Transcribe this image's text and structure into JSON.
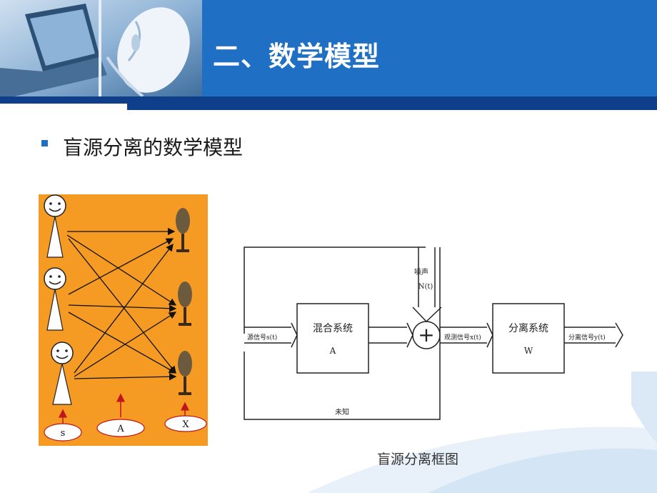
{
  "header": {
    "title": "二、数学模型"
  },
  "bullet": {
    "text": "盲源分离的数学模型"
  },
  "left_diagram": {
    "labels": {
      "s": "s",
      "a": "A",
      "x": "X"
    }
  },
  "block_diagram": {
    "noise_label_line1": "噪声",
    "noise_label_line2": "N(t)",
    "input_label": "源信号s(t)",
    "mix_box_line1": "混合系统",
    "mix_box_line2": "A",
    "observed_label": "观测信号x(t)",
    "sep_box_line1": "分离系统",
    "sep_box_line2": "W",
    "output_label": "分离信号y(t)",
    "unknown_label": "未知",
    "plus_symbol": "+"
  },
  "caption": {
    "text": "盲源分离框图"
  },
  "colors": {
    "header_blue": "#1f6fc5",
    "rule_dark": "#0f3e8a",
    "orange": "#f59a23",
    "arrow_red": "#c0141e"
  }
}
